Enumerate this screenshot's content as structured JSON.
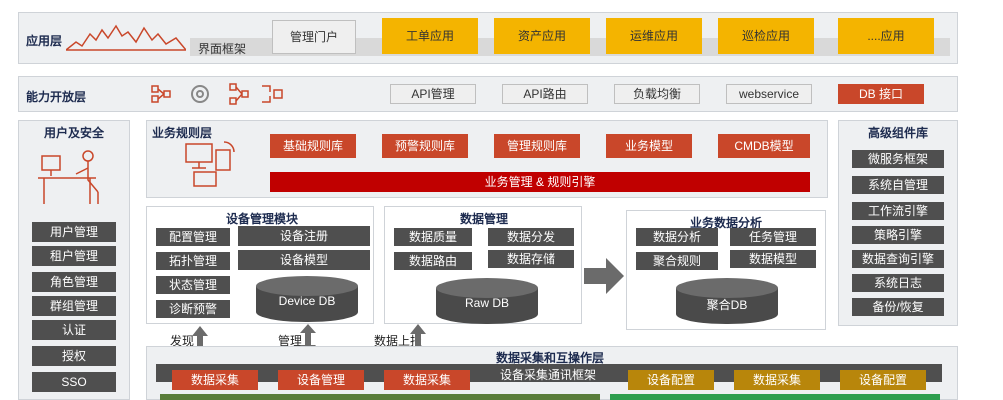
{
  "app_layer": {
    "label": "应用层",
    "frame_label": "界面框架",
    "portal": "管理门户",
    "apps": [
      "工单应用",
      "资产应用",
      "运维应用",
      "巡检应用",
      "....应用"
    ]
  },
  "capability_layer": {
    "label": "能力开放层",
    "items": [
      "API管理",
      "API路由",
      "负载均衡",
      "webservice",
      "DB 接口"
    ]
  },
  "user_security": {
    "title": "用户及安全",
    "items": [
      "用户管理",
      "租户管理",
      "角色管理",
      "群组管理",
      "认证",
      "授权",
      "SSO"
    ]
  },
  "business_rules": {
    "title": "业务规则层",
    "libs": [
      "基础规则库",
      "预警规则库",
      "管理规则库",
      "业务模型",
      "CMDB模型"
    ],
    "engine": "业务管理 & 规则引擎"
  },
  "device_mgmt": {
    "title": "设备管理模块",
    "left": [
      "配置管理",
      "拓扑管理",
      "状态管理",
      "诊断预警"
    ],
    "right": [
      "设备注册",
      "设备模型"
    ],
    "db": "Device DB"
  },
  "data_mgmt": {
    "title": "数据管理",
    "items": [
      "数据质量",
      "数据分发",
      "数据路由",
      "数据存储"
    ],
    "db": "Raw DB"
  },
  "biz_data": {
    "title": "业务数据分析",
    "items": [
      "数据分析",
      "任务管理",
      "聚合规则",
      "数据模型"
    ],
    "db": "聚合DB"
  },
  "advanced": {
    "title": "高级组件库",
    "items": [
      "微服务框架",
      "系统自管理",
      "工作流引擎",
      "策略引擎",
      "数据查询引擎",
      "系统日志",
      "备份/恢复"
    ]
  },
  "flow_labels": [
    "发现",
    "管理",
    "数据上报"
  ],
  "collection": {
    "title": "数据采集和互操作层",
    "framework": "设备采集通讯框架",
    "left_boxes": [
      "数据采集",
      "设备管理",
      "数据采集"
    ],
    "right_boxes": [
      "设备配置",
      "数据采集",
      "设备配置"
    ]
  },
  "colors": {
    "yellow": "#f4b400",
    "orange": "#c9472a",
    "dark": "#4f4f4f",
    "red": "#c00000",
    "bronze": "#b8860b"
  }
}
